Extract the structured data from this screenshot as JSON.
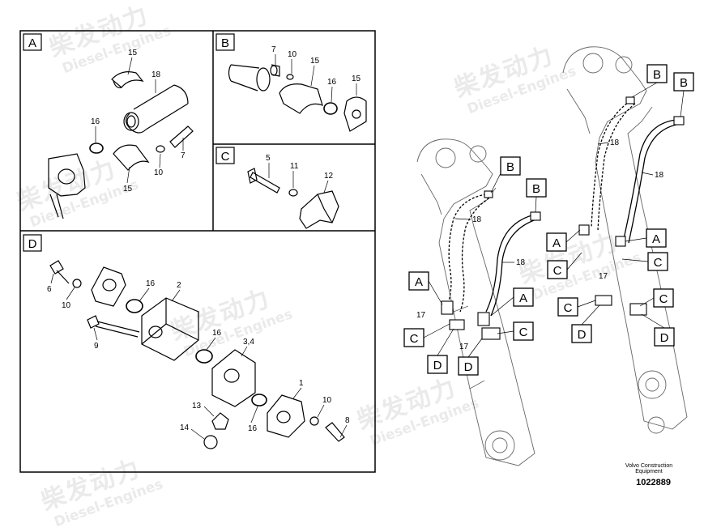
{
  "panels": {
    "A": {
      "letter": "A",
      "callouts": [
        "15",
        "18",
        "16",
        "7",
        "10",
        "15"
      ]
    },
    "B": {
      "letter": "B",
      "callouts": [
        "7",
        "10",
        "15",
        "16",
        "15"
      ]
    },
    "C": {
      "letter": "C",
      "callouts": [
        "5",
        "11",
        "12"
      ]
    },
    "D": {
      "letter": "D",
      "callouts": [
        "6",
        "10",
        "16",
        "2",
        "9",
        "16",
        "3,4",
        "1",
        "13",
        "10",
        "14",
        "16",
        "8"
      ]
    }
  },
  "boom": {
    "callouts": [
      "B",
      "B",
      "18",
      "18",
      "A",
      "A",
      "C",
      "C",
      "17",
      "17",
      "D",
      "D",
      "B",
      "B",
      "18",
      "18",
      "A",
      "A",
      "C",
      "C",
      "17",
      "C",
      "C",
      "D",
      "D"
    ]
  },
  "watermark": {
    "cn": "柴发动力",
    "en": "Diesel-Engines"
  },
  "caption": {
    "line1": "Volvo Construction Equipment",
    "line2": "1022889"
  }
}
